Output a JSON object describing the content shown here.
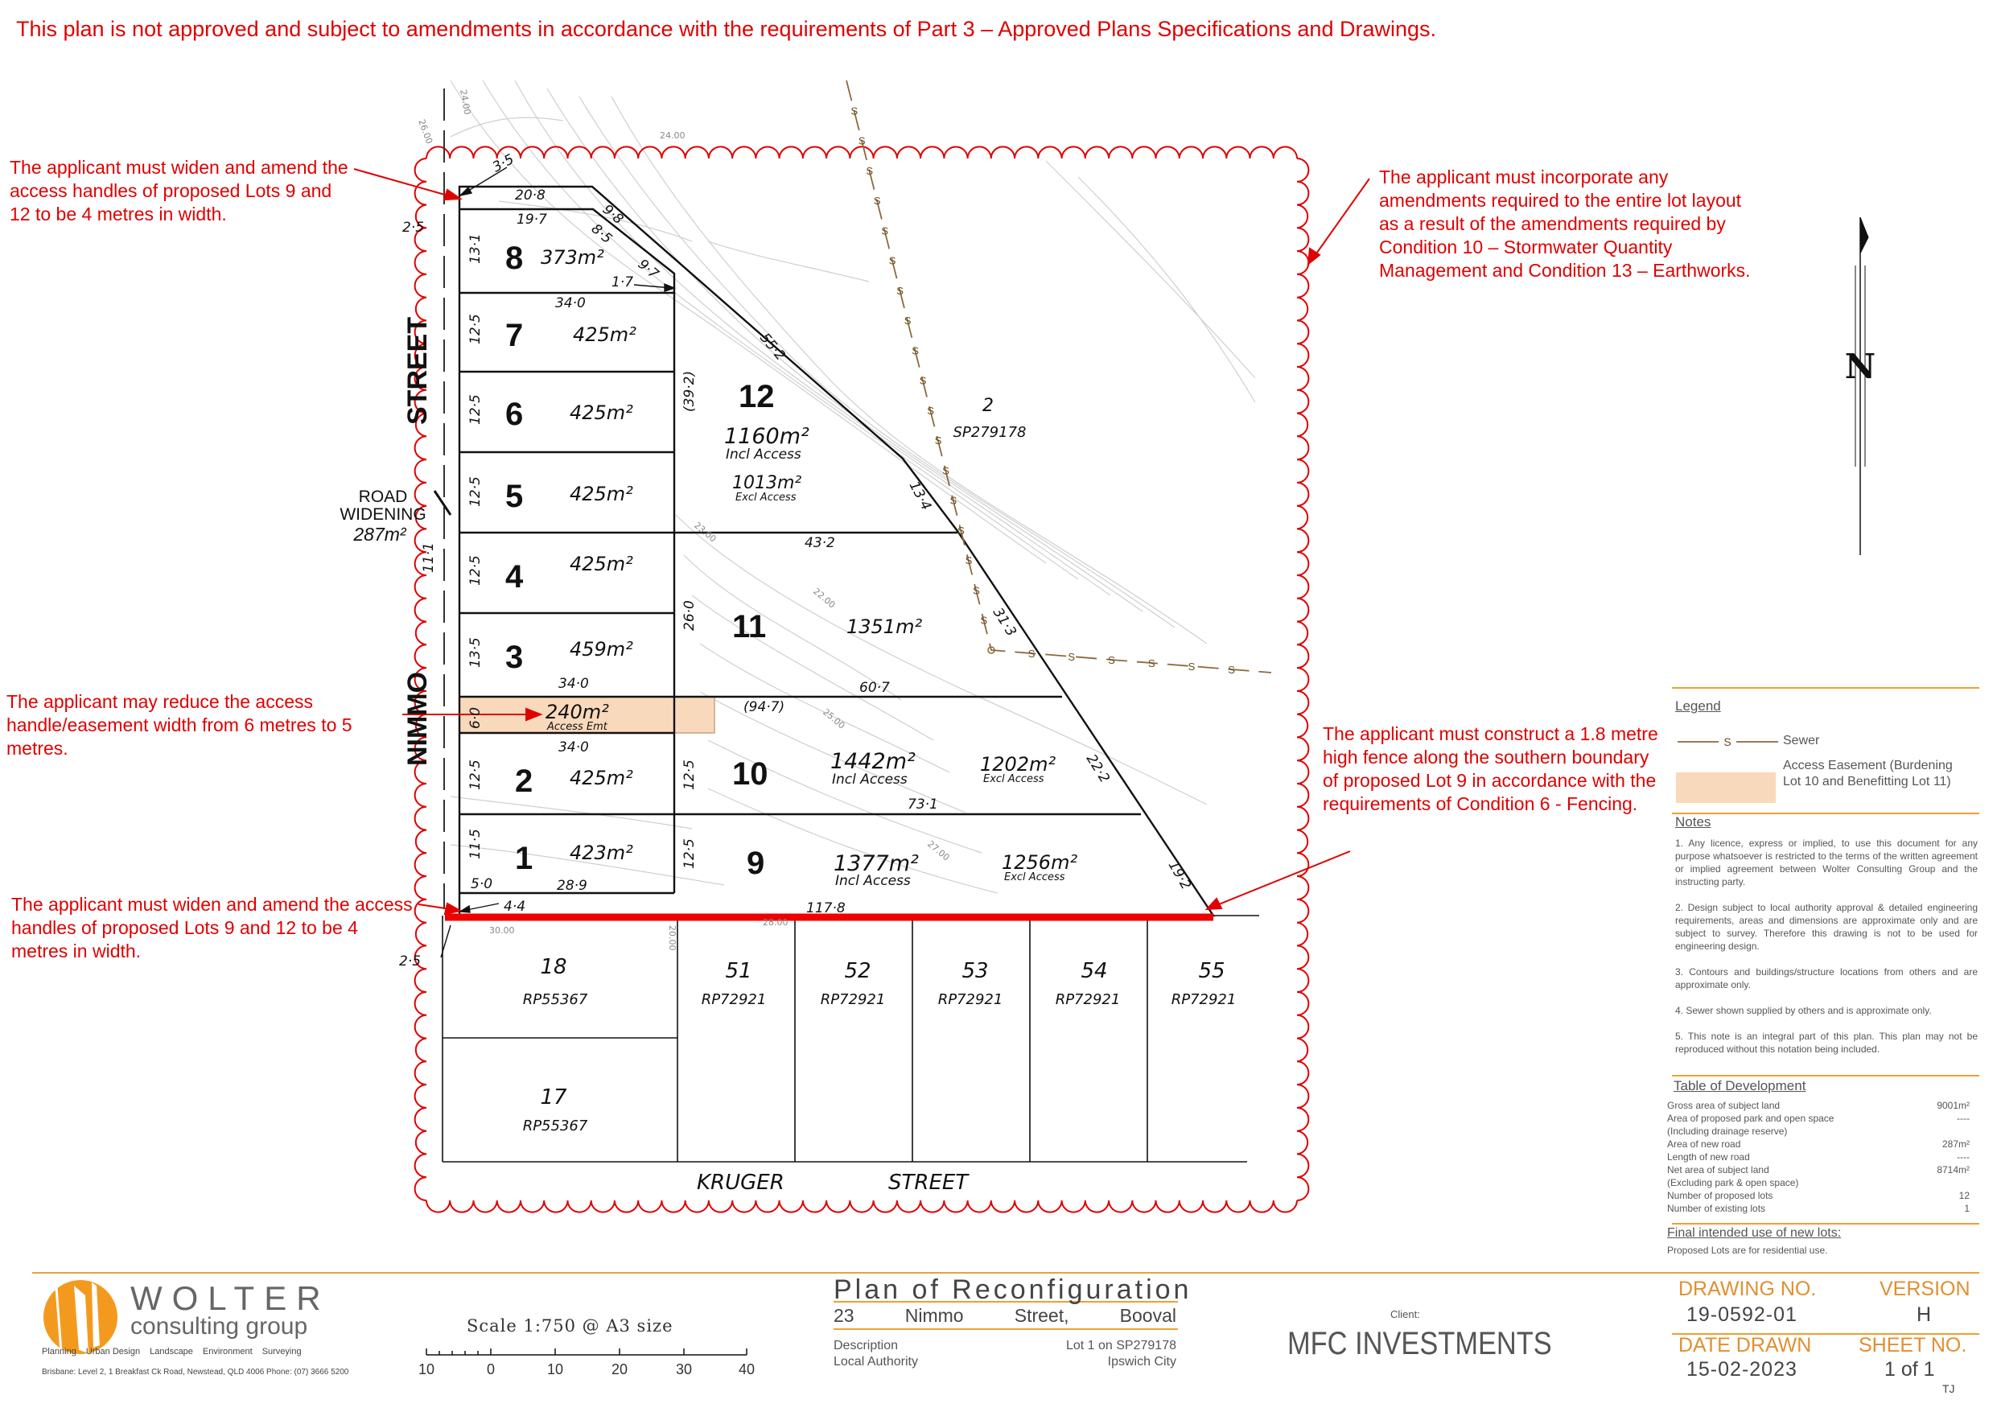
{
  "disclaimer": "This plan is not approved and subject to amendments in accordance with the requirements of Part 3 – Approved Plans Specifications and Drawings.",
  "notes": {
    "widen_top": "The applicant must widen and amend the access handles of proposed Lots 9 and 12 to be 4 metres in width.",
    "incorporate": "The applicant must incorporate any amendments required to the entire lot layout as a result of the amendments required by Condition 10 – Stormwater Quantity Management and Condition 13 – Earthworks.",
    "reduce": "The applicant may reduce the access handle/easement width from 6 metres to 5 metres.",
    "fence": "The applicant must construct a 1.8 metre high fence along the southern boundary of proposed Lot 9 in accordance with the requirements of Condition 6 - Fencing.",
    "widen_bottom": "The applicant must widen and amend the access handles of proposed Lots 9 and 12 to be 4 metres in width."
  },
  "streets": {
    "nimmo_a": "STREET",
    "nimmo_b": "NIMMO",
    "kruger_a": "KRUGER",
    "kruger_b": "STREET"
  },
  "road_widening": {
    "l1": "ROAD",
    "l2": "WIDENING",
    "area": "287m²"
  },
  "lots": {
    "l8": {
      "num": "8",
      "area": "373m²"
    },
    "l7": {
      "num": "7",
      "area": "425m²"
    },
    "l6": {
      "num": "6",
      "area": "425m²"
    },
    "l5": {
      "num": "5",
      "area": "425m²"
    },
    "l4": {
      "num": "4",
      "area": "425m²"
    },
    "l3": {
      "num": "3",
      "area": "459m²"
    },
    "l2": {
      "num": "2",
      "area": "425m²"
    },
    "l1": {
      "num": "1",
      "area": "423m²"
    },
    "l12": {
      "num": "12",
      "area": "1160m²",
      "incl": "Incl Access",
      "area2": "1013m²",
      "excl": "Excl Access"
    },
    "l11": {
      "num": "11",
      "area": "1351m²"
    },
    "l10": {
      "num": "10",
      "area": "1442m²",
      "incl": "Incl Access",
      "area2": "1202m²",
      "excl": "Excl Access"
    },
    "l9": {
      "num": "9",
      "area": "1377m²",
      "incl": "Incl Access",
      "area2": "1256m²",
      "excl": "Excl Access"
    }
  },
  "easement": {
    "area": "240m²",
    "label": "Access Emt"
  },
  "neighbour": {
    "n2": {
      "num": "2",
      "plan": "SP279178"
    },
    "n18": {
      "num": "18",
      "plan": "RP55367"
    },
    "n17": {
      "num": "17",
      "plan": "RP55367"
    },
    "n51": {
      "num": "51",
      "plan": "RP72921"
    },
    "n52": {
      "num": "52",
      "plan": "RP72921"
    },
    "n53": {
      "num": "53",
      "plan": "RP72921"
    },
    "n54": {
      "num": "54",
      "plan": "RP72921"
    },
    "n55": {
      "num": "55",
      "plan": "RP72921"
    }
  },
  "dims": {
    "d35": "3·5",
    "d208": "20·8",
    "d197": "19·7",
    "d98": "9·8",
    "d85": "8·5",
    "d97": "9·7",
    "d17": "1·7",
    "d131": "13·1",
    "d340a": "34·0",
    "d125a": "12·5",
    "d125b": "12·5",
    "d125c": "12·5",
    "d125d": "12·5",
    "d392": "(39·2)",
    "d552": "55·2",
    "d134": "13·4",
    "d432": "43·2",
    "d260": "26·0",
    "d135": "13·5",
    "d340b": "34·0",
    "d607": "60·7",
    "d313": "31·3",
    "d60": "6·0",
    "d947": "(94·7)",
    "d340c": "34·0",
    "d125e": "12·5",
    "d125f": "12·5",
    "d731": "73·1",
    "d222": "22·2",
    "d115": "11·5",
    "d125g": "12·5",
    "d50": "5·0",
    "d289": "28·9",
    "d192": "19·2",
    "d44": "4·4",
    "d1178": "117·8",
    "d111": "11·1",
    "d25a": "2·5",
    "d25b": "2·5"
  },
  "contours": {
    "c1": "24.00",
    "c2": "24.00",
    "c3": "26.00",
    "c4": "22.00",
    "c5": "23.00",
    "c6": "25.00",
    "c7": "27.00",
    "c8": "28.00",
    "c9": "30.00",
    "c10": "20.00"
  },
  "north": "N",
  "legend": {
    "title": "Legend",
    "sewer_symbol": "S",
    "sewer": "Sewer",
    "easement": "Access Easement (Burdening Lot 10 and Benefitting Lot 11)"
  },
  "notes_panel": {
    "title": "Notes",
    "items": [
      "1.  Any licence, express or implied, to use this document for any purpose whatsoever is restricted to the terms of the written agreement or implied agreement between Wolter Consulting Group and the instructing party.",
      "2.  Design subject to local authority approval & detailed engineering requirements, areas and dimensions are approximate only and are subject to survey. Therefore this drawing is not to be used for engineering design.",
      "3.  Contours and buildings/structure locations from others and are approximate only.",
      "4.  Sewer shown supplied by others and is approximate only.",
      "5.  This note is an integral part of this plan. This plan may not be reproduced without this notation being included."
    ]
  },
  "development": {
    "title": "Table of Development",
    "rows": [
      {
        "label": "Gross area of subject land",
        "value": "9001m²"
      },
      {
        "label": "Area of proposed park and open space",
        "value": "----"
      },
      {
        "label": "(Including drainage reserve)",
        "value": ""
      },
      {
        "label": "Area of new road",
        "value": "287m²"
      },
      {
        "label": "Length of new road",
        "value": "----"
      },
      {
        "label": "Net area of subject land",
        "value": "8714m²"
      },
      {
        "label": "(Excluding park & open space)",
        "value": ""
      },
      {
        "label": "Number of proposed lots",
        "value": "12"
      },
      {
        "label": "Number of existing lots",
        "value": "1"
      }
    ]
  },
  "final_use": {
    "title": "Final intended use of new lots:",
    "text": "Proposed Lots are for residential use."
  },
  "company": {
    "name": "WOLTER",
    "sub": "consulting group",
    "services": [
      "Planning",
      "Urban Design",
      "Landscape",
      "Environment",
      "Surveying"
    ],
    "address": "Brisbane: Level 2, 1 Breakfast Ck Road, Newstead, QLD 4006   Phone: (07) 3666 5200"
  },
  "scale": {
    "label": "Scale 1:750 @ A3 size",
    "ticks": [
      "10",
      "0",
      "10",
      "20",
      "30",
      "40"
    ]
  },
  "plan": {
    "title": "Plan of Reconfiguration",
    "addr1": "23",
    "addr2": "Nimmo",
    "addr3": "Street,",
    "addr4": "Booval",
    "desc_label": "Description",
    "desc_value": "Lot 1 on SP279178",
    "la_label": "Local Authority",
    "la_value": "Ipswich City"
  },
  "client": {
    "label": "Client:",
    "name": "MFC INVESTMENTS"
  },
  "title_block": {
    "drawing_no_label": "DRAWING NO.",
    "drawing_no": "19-0592-01",
    "version_label": "VERSION",
    "version": "H",
    "date_label": "DATE DRAWN",
    "date": "15-02-2023",
    "sheet_label": "SHEET NO.",
    "sheet": "1 of 1",
    "initials": "TJ"
  },
  "colors": {
    "accent_red": "#e00000",
    "easement_fill": "#f9d9bb",
    "orange": "#f0a030",
    "fence": "#ee0000"
  }
}
